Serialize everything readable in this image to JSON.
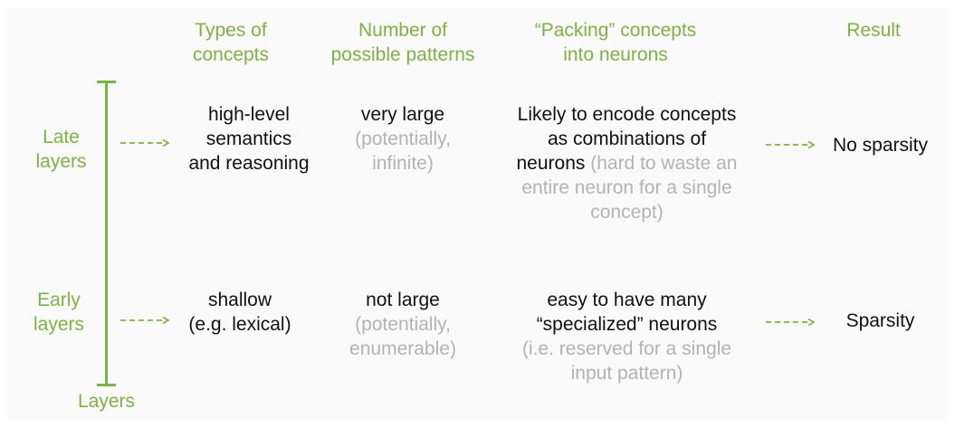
{
  "headers": {
    "types": [
      "Types of",
      "concepts"
    ],
    "patterns": [
      "Number of",
      "possible patterns"
    ],
    "packing": [
      "“Packing” concepts",
      "into neurons"
    ],
    "result": "Result"
  },
  "axis": {
    "label": "Layers",
    "late": [
      "Late",
      "layers"
    ],
    "early": [
      "Early",
      "layers"
    ]
  },
  "late_row": {
    "types": [
      "high-level",
      "semantics",
      "and reasoning"
    ],
    "patterns_main": "very large",
    "patterns_note": [
      "(potentially,",
      "infinite)"
    ],
    "packing_main": [
      "Likely to encode concepts",
      "as combinations of",
      "neurons"
    ],
    "packing_note": [
      " (hard to waste an",
      "entire neuron for a single",
      "concept)"
    ],
    "result": "No sparsity"
  },
  "early_row": {
    "types": [
      "shallow",
      "(e.g. lexical)"
    ],
    "patterns_main": "not large",
    "patterns_note": [
      "(potentially,",
      "enumerable)"
    ],
    "packing_main": [
      "easy to have many",
      "“specialized” neurons"
    ],
    "packing_note": [
      "(i.e. reserved for a single",
      "input pattern)"
    ],
    "result": "Sparsity"
  },
  "colors": {
    "accent": "#7cb342",
    "muted": "#b3b3b3",
    "text": "#111111"
  }
}
